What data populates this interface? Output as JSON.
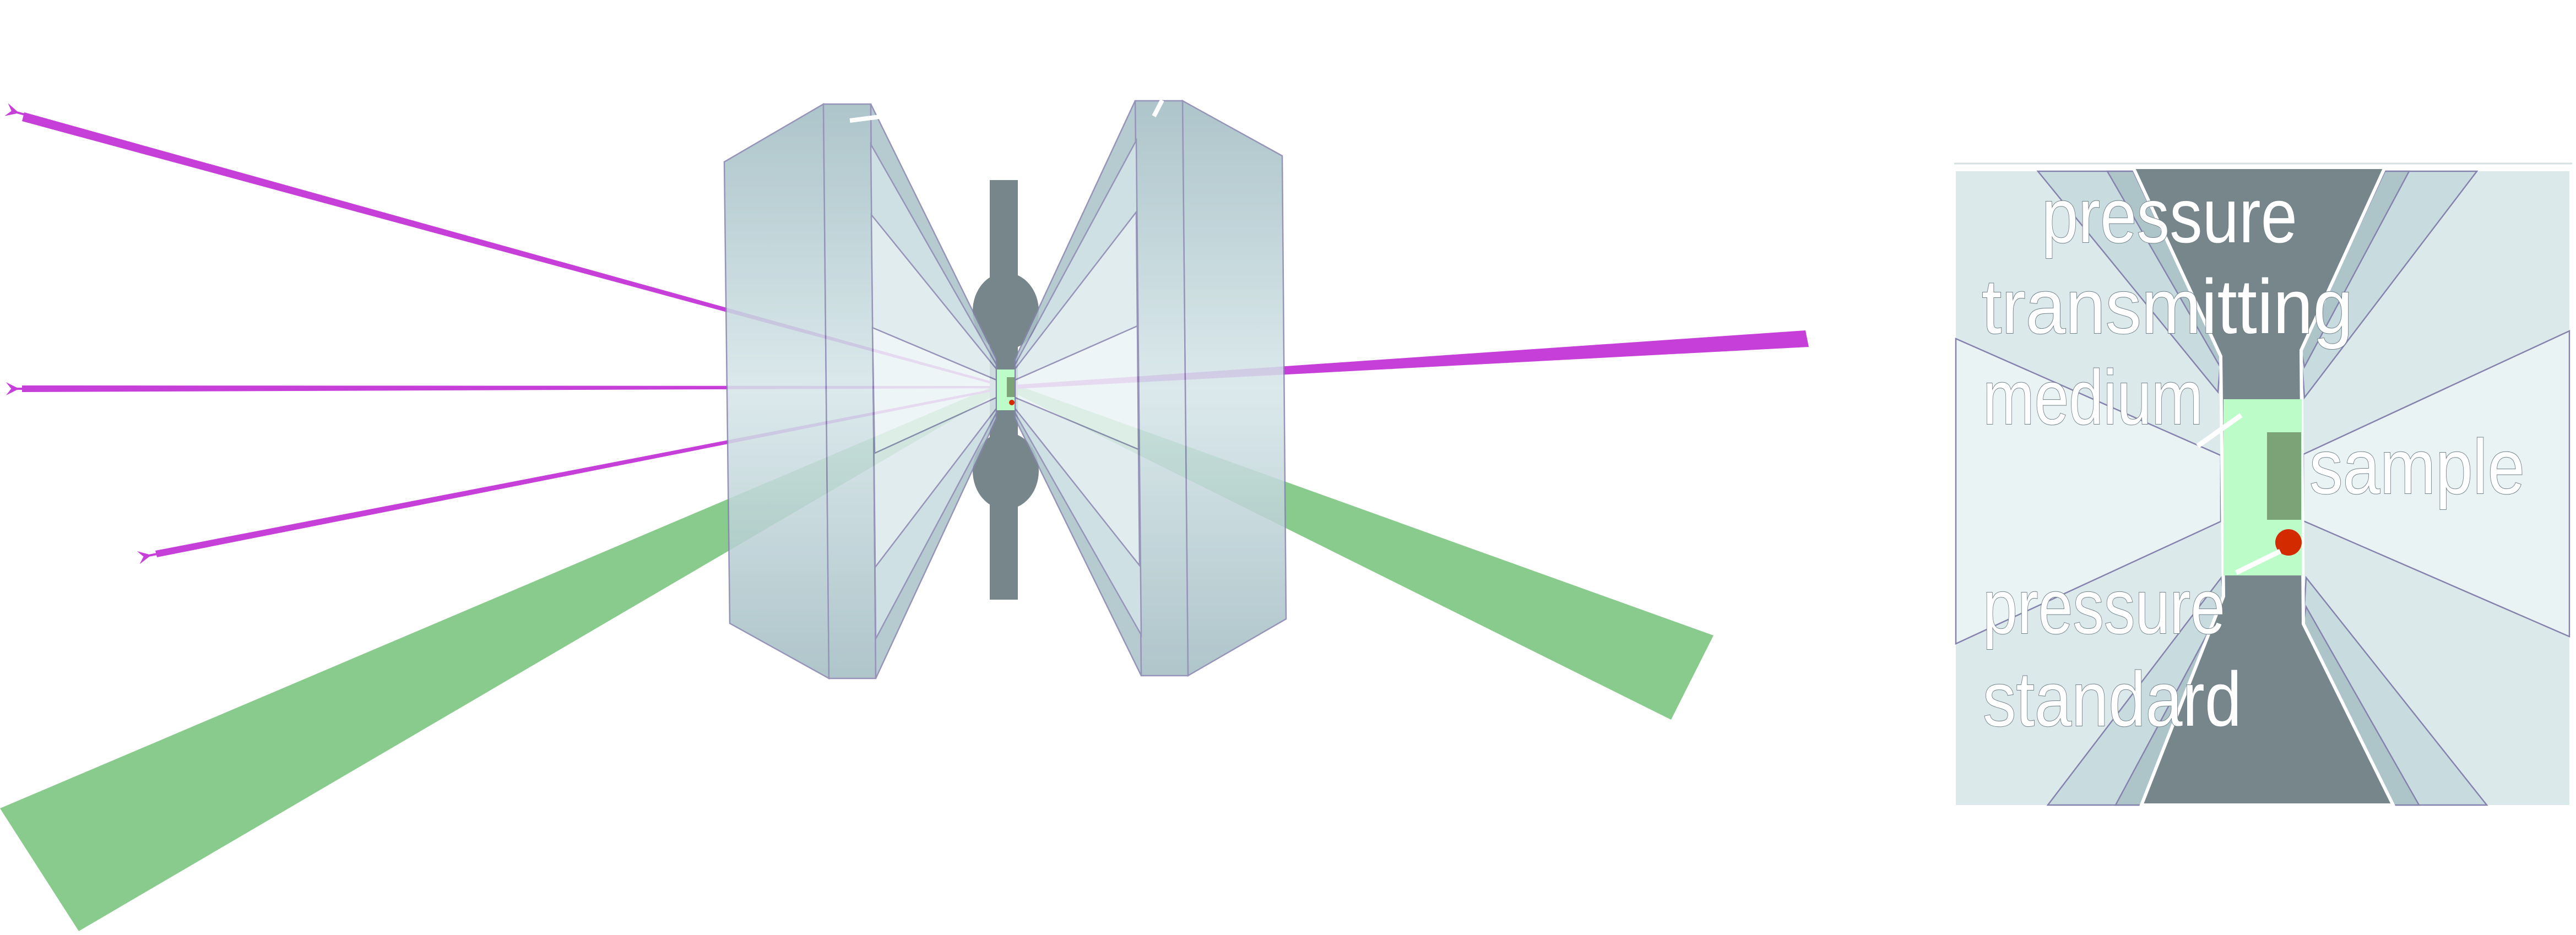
{
  "labels": {
    "medium_line1": "pressure",
    "medium_line2": "transmitting",
    "medium_line3": "medium",
    "sample": "sample",
    "standard_line1": "pressure",
    "standard_line2": "standard"
  },
  "colors": {
    "xray_beam": "#c63fd8",
    "laser_beam": "#88cb8c",
    "gasket": "#77868a",
    "medium": "#bbfcc9",
    "sample": "#7ba377",
    "pressure_standard": "#d42a00",
    "diamond": "#a8c0c6"
  }
}
